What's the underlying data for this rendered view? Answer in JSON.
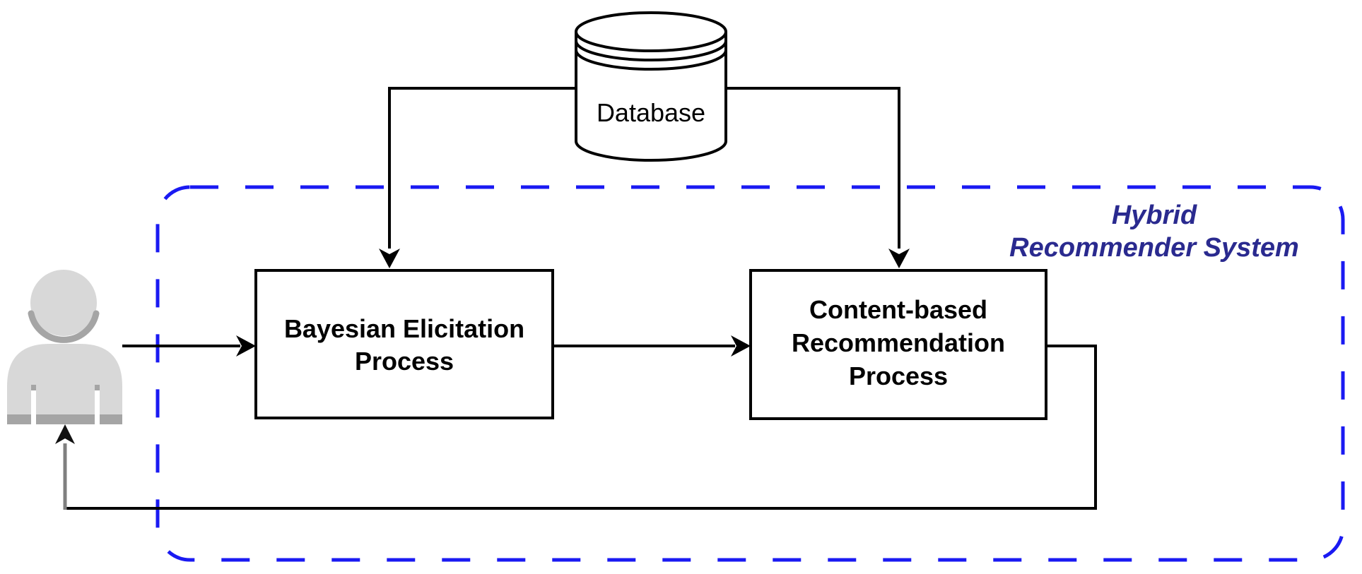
{
  "database": {
    "label": "Database"
  },
  "system": {
    "label_line1": "Hybrid",
    "label_line2": "Recommender System"
  },
  "processes": {
    "bayesian": {
      "line1": "Bayesian Elicitation",
      "line2": "Process"
    },
    "content_based": {
      "line1": "Content-based",
      "line2": "Recommendation",
      "line3": "Process"
    }
  },
  "icons": {
    "user": "user-icon",
    "database": "database-cylinder-icon"
  },
  "colors": {
    "boundary_blue": "#1a1af2",
    "label_navy": "#2a2a8f",
    "line_black": "#000000",
    "feedback_gray": "#7f7f7f",
    "person_light": "#d8d8d8",
    "person_dark": "#a5a5a5",
    "box_fill": "#ffffff"
  }
}
